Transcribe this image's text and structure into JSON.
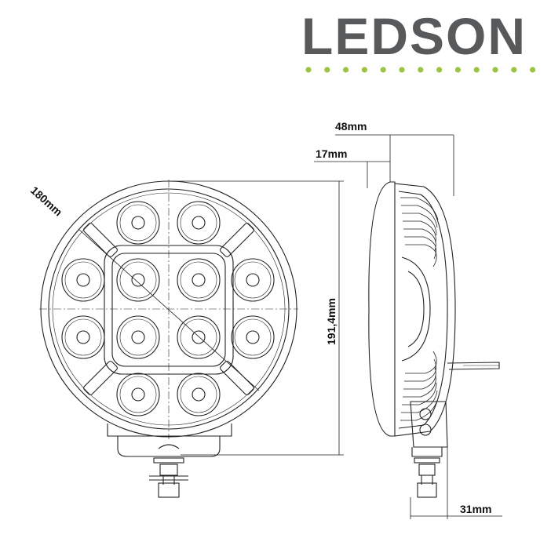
{
  "brand": {
    "name": "LEDSON",
    "accent_color": "#9ac53d",
    "text_color": "#58595b"
  },
  "dimensions": {
    "diameter": "180mm",
    "height": "191,4mm",
    "total_depth": "48mm",
    "lens_depth": "17mm",
    "bracket_width": "31mm"
  },
  "views": {
    "front": {
      "led_count": 12,
      "position_light_bars": 4
    },
    "side": {
      "cable": true
    }
  }
}
